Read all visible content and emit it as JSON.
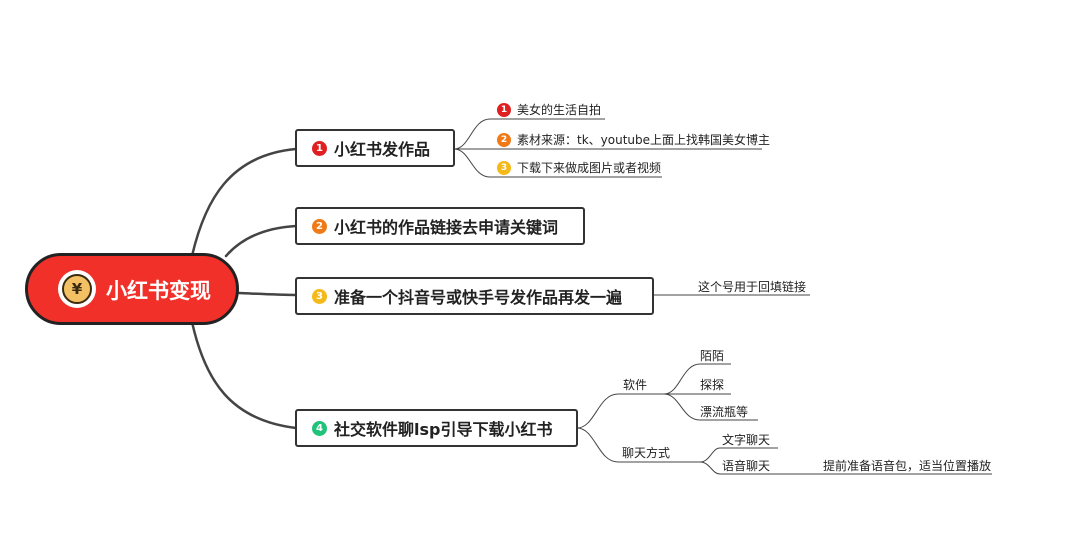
{
  "root": {
    "label": "小红书变现",
    "icon": "yuan-coin-icon",
    "icon_glyph": "¥",
    "color": "#f2302a"
  },
  "badge_colors": [
    "#e02020",
    "#f07a17",
    "#f5b919",
    "#21c27a"
  ],
  "topics": [
    {
      "number": "1",
      "label": "小红书发作品",
      "subs": [
        {
          "number": "1",
          "label": "美女的生活自拍"
        },
        {
          "number": "2",
          "label": "素材来源：tk、youtube上面上找韩国美女博主"
        },
        {
          "number": "3",
          "label": "下载下来做成图片或者视频"
        }
      ]
    },
    {
      "number": "2",
      "label": "小红书的作品链接去申请关键词"
    },
    {
      "number": "3",
      "label": "准备一个抖音号或快手号发作品再发一遍",
      "note": "这个号用于回填链接"
    },
    {
      "number": "4",
      "label": "社交软件聊lsp引导下载小红书",
      "groups": [
        {
          "label": "软件",
          "items": [
            {
              "label": "陌陌"
            },
            {
              "label": "探探"
            },
            {
              "label": "漂流瓶等"
            }
          ]
        },
        {
          "label": "聊天方式",
          "items": [
            {
              "label": "文字聊天"
            },
            {
              "label": "语音聊天",
              "detail": "提前准备语音包，适当位置播放"
            }
          ]
        }
      ]
    }
  ]
}
